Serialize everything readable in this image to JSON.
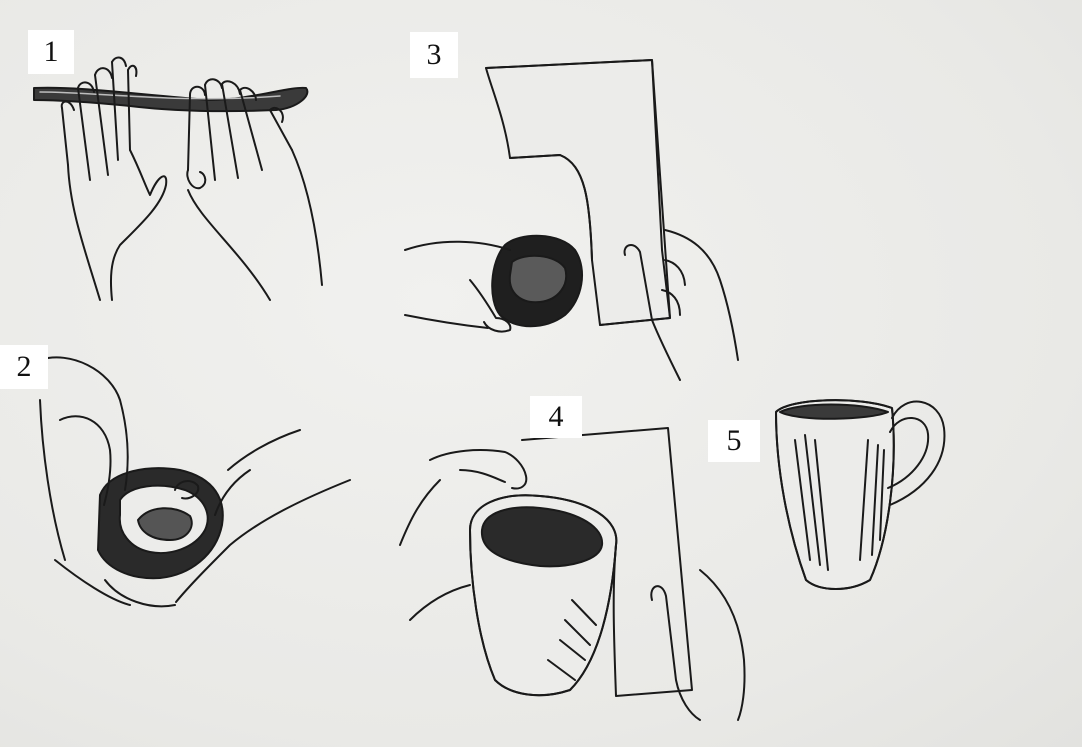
{
  "figure": {
    "steps": [
      {
        "label": "1",
        "icon": "roll-clay-coil-icon"
      },
      {
        "label": "2",
        "icon": "coil-pot-base-icon"
      },
      {
        "label": "3",
        "icon": "smooth-with-card-icon"
      },
      {
        "label": "4",
        "icon": "scrape-cup-icon"
      },
      {
        "label": "5",
        "icon": "finished-mug-icon"
      }
    ],
    "colors": {
      "ink": "#1a1a1a",
      "paper": "#ececea",
      "label_bg": "#ffffff"
    }
  }
}
